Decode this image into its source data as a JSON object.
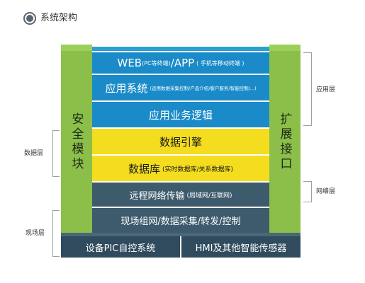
{
  "header": {
    "title": "系统架构",
    "icon": "circle-bullet-icon"
  },
  "columns": {
    "security": "安全模块",
    "extension": "扩展接口"
  },
  "layers": [
    {
      "main": "WEB",
      "sub": "(PC等终端)",
      "main2": " /APP",
      "sub2": "( 手机等移动终端 )",
      "color": "#1a8bc8"
    },
    {
      "main": "应用系统",
      "sub": "(运用数据采集控制/产品介绍/客户服务/智能控制/...)",
      "color": "#1a8bc8"
    },
    {
      "main": "应用业务逻辑",
      "color": "#1a8bc8"
    },
    {
      "main": "数据引擎",
      "color": "#f4dd1e"
    },
    {
      "main": "数据库",
      "sub": "(实时数据库/关系数据库)",
      "color": "#f4dd1e"
    },
    {
      "main": "远程网络传输",
      "sub": "(局域网/互联网)",
      "color": "#3d5b6d"
    },
    {
      "main": "现场组网/数据采集/转发/控制",
      "color": "#3d5b6d"
    }
  ],
  "bottom": {
    "left": "设备PIC自控系统",
    "right": "HMI及其他智能传感器"
  },
  "side_labels": {
    "application_layer": "应用层",
    "data_layer": "数据层",
    "network_layer": "网络层",
    "field_layer": "现场层"
  }
}
